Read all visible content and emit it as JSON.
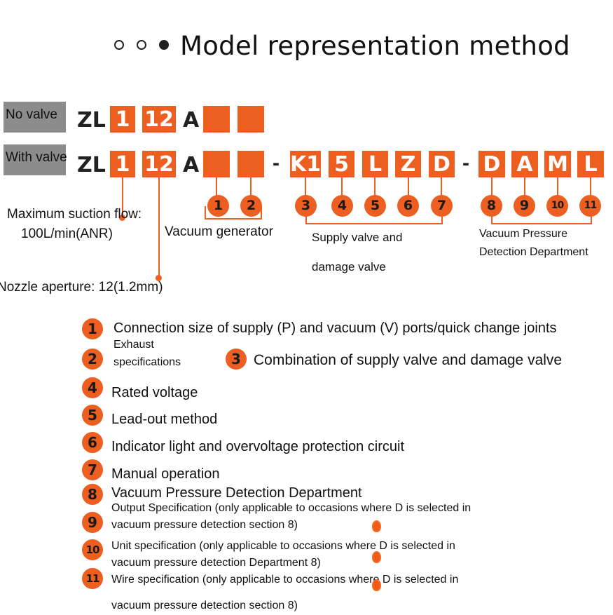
{
  "header": {
    "title": "Model representation method",
    "dots": [
      "open",
      "open",
      "filled"
    ]
  },
  "labels": {
    "no_valve": "No valve",
    "with_valve": "With valve"
  },
  "code": {
    "prefix": "ZL",
    "size": "1",
    "nozzle": "12",
    "series": "A",
    "dash": "-",
    "valve_codes": [
      "K1",
      "5",
      "L",
      "Z",
      "D"
    ],
    "detect_codes": [
      "D",
      "A",
      "M",
      "L"
    ]
  },
  "callouts": {
    "max_flow_label": "Maximum suction flow:",
    "max_flow_value": "100L/min(ANR)",
    "nozzle_label": "Nozzle aperture: 12(1.2mm)",
    "vacuum_generator": "Vacuum generator",
    "supply_valve_line1": "Supply valve and",
    "supply_valve_line2": "damage valve",
    "detect_line1": "Vacuum Pressure",
    "detect_line2": "Detection Department"
  },
  "numbers": [
    "1",
    "2",
    "3",
    "4",
    "5",
    "6",
    "7",
    "8",
    "9",
    "10",
    "11"
  ],
  "legend": {
    "item1": "Connection size of supply (P) and vacuum (V) ports/quick change joints",
    "item2_line1": "Exhaust",
    "item2_line2": "specifications",
    "item3": "Combination of supply valve and damage valve",
    "item4": "Rated voltage",
    "item5": "Lead-out method",
    "item6": "Indicator light and overvoltage protection circuit",
    "item7": "Manual operation",
    "item8": "Vacuum Pressure Detection Department",
    "item9_line1": "Output Specification (only applicable to occasions where D is selected in",
    "item9_line2": "vacuum pressure detection section 8)",
    "item10_line1": "Unit specification (only applicable to occasions where D is selected in",
    "item10_line2": "vacuum pressure detection Department 8)",
    "item11_line1": "Wire specification (only applicable to occasions where D is selected in",
    "item11_line2": "vacuum pressure detection section 8)"
  },
  "colors": {
    "accent": "#ec5f20",
    "label_bg": "#8c8c8c",
    "text": "#111111"
  }
}
